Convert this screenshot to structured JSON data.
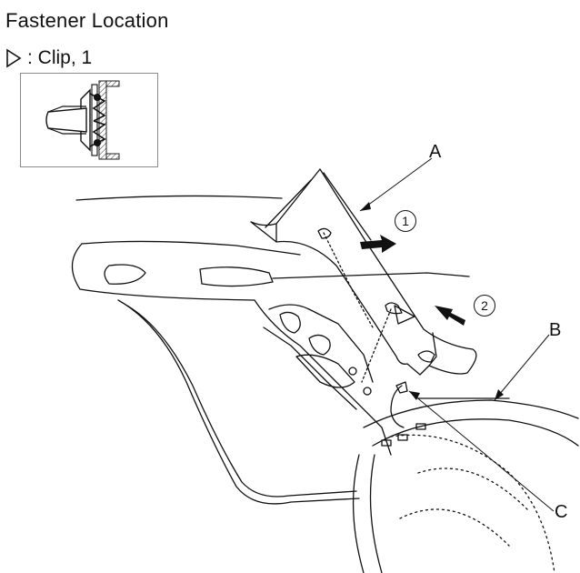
{
  "header": {
    "title": "Fastener Location"
  },
  "legend": {
    "symbol": "triangle-outline-icon",
    "label": ": Clip, 1"
  },
  "callouts": {
    "a": "A",
    "b": "B",
    "c": "C"
  },
  "steps": {
    "one": "1",
    "two": "2"
  }
}
